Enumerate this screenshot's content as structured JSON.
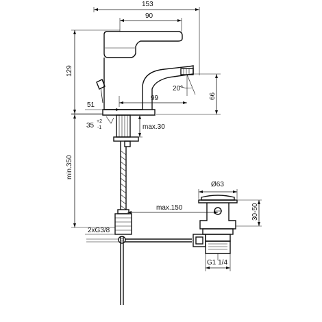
{
  "dimensions": {
    "overall_width": "153",
    "lever_width": "90",
    "height": "129",
    "spout_projection": "99",
    "spout_height": "66",
    "spout_angle": "20°",
    "base_offset": "51",
    "lever_angle": "35",
    "lever_angle_tol": "+2",
    "lever_angle_tol2": "-1",
    "max_deck": "max.30",
    "hose_length": "min.350",
    "waste_diameter": "Ø63",
    "waste_range": "30-50",
    "max_distance": "max.150",
    "connection": "2xG3/8",
    "waste_thread": "G1 1/4"
  }
}
